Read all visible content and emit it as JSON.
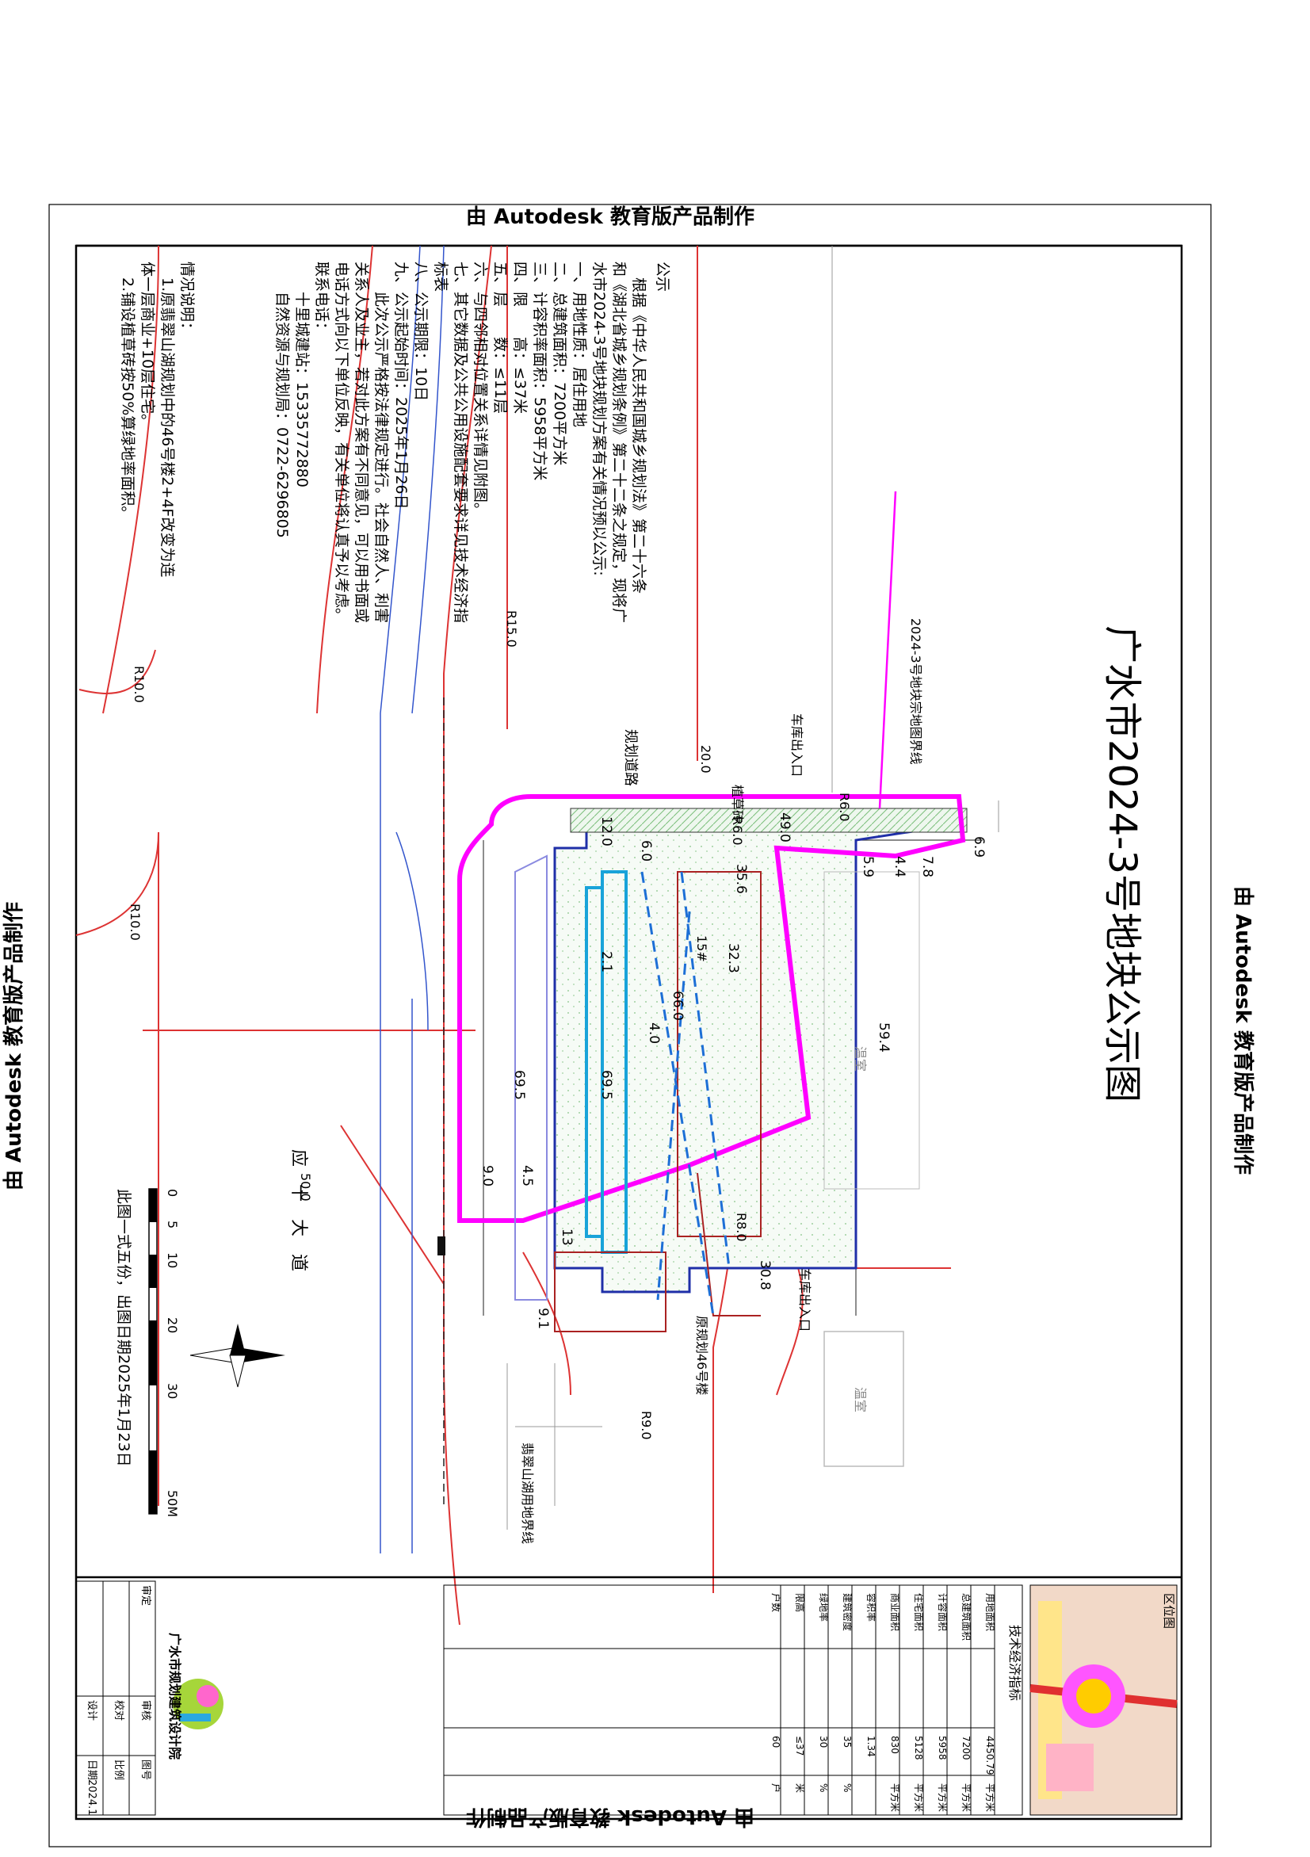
{
  "watermark": "由 Autodesk 教育版产品制作",
  "main_title": "广水市2024-3号地块公示图",
  "notice": {
    "heading": "公示",
    "lines": [
      "根据《中华人民共和国城乡规划法》第二十六条",
      "和《湖北省城乡规划条例》第二十二条之规定，现将广",
      "水市2024-3号地块规划方案有关情况预以公示:",
      "一、用地性质：居住用地",
      "二、总建筑面积：7200平方米",
      "三、计容积率面积：5958平方米",
      "四、限　　高：≤37米",
      "五、层　　数：≤11层",
      "六、与四邻相对位置关系详情见附图。",
      "七、其它数据及公共公用设施配套要求详见技术经济指",
      "标表",
      "八、公示期限：10日",
      "九、公示起始时间：2025年1月26日",
      "　　此次公示严格按法律规定进行。社会自然人、利害",
      "关系人及业主，若对此方案有不同意见，可以用书面或",
      "电话方式向以下单位反映，有关单位将认真予以考虑。",
      "联系电话：",
      "　　十里城建站：15335772880",
      "　　自然资源与规划局：0722-6296805"
    ]
  },
  "situation": {
    "heading": "情况说明：",
    "lines": [
      "1.原翡翠山湖规划中的46号楼2+4F改变为连",
      "体一层商业+10层住宅。",
      "2.铺设植草砖按50%算绿地率面积。"
    ]
  },
  "map_labels": {
    "plot_boundary": "2024-3号地块宗地图界线",
    "planned_road": "规划道路",
    "road_width": "20.0",
    "garage_entrance": "车库出入口",
    "garage_exit": "车库出入口",
    "grass_brick": "植草砖",
    "main_road": "应　十　大　道",
    "road_50": "50.0",
    "jade_lake_boundary": "翡翠山湖用地界线",
    "old_46": "原规划46号楼",
    "greenhouse": "温室",
    "building_15": "15#",
    "r_15": "R15.0",
    "r_10a": "R10.0",
    "r_10b": "R10.0",
    "r_9": "R9.0",
    "r_6a": "R6.0",
    "r_6b": "R6.0",
    "r_8": "R8.0",
    "dims": [
      "6.9",
      "5.9",
      "4.4",
      "7.8",
      "49.0",
      "12.0",
      "6.0",
      "35.6",
      "32.3",
      "59.4",
      "66.0",
      "69.5",
      "69.5",
      "9.0",
      "4.5",
      "13",
      "30.8",
      "9.1",
      "4.0",
      "2.1"
    ]
  },
  "scale": {
    "ticks": [
      "0",
      "5",
      "10",
      "20",
      "30",
      "50M"
    ],
    "note": "此图一式五份，出图日期2025年1月23日"
  },
  "title_block": {
    "location_map_label": "区位图",
    "table_rows": [
      {
        "item": "用地面积",
        "value": "4450.79",
        "unit": "平方米"
      },
      {
        "item": "总建筑面积",
        "value": "7200",
        "unit": "平方米"
      },
      {
        "item": "计容面积",
        "value": "5958",
        "unit": "平方米"
      },
      {
        "item": "住宅面积",
        "value": "5128",
        "unit": "平方米"
      },
      {
        "item": "商业面积",
        "value": "830",
        "unit": "平方米"
      },
      {
        "item": "容积率",
        "value": "1.34",
        "unit": ""
      },
      {
        "item": "建筑密度",
        "value": "35",
        "unit": "%"
      },
      {
        "item": "绿地率",
        "value": "30",
        "unit": "%"
      },
      {
        "item": "限高",
        "value": "≤37",
        "unit": "米"
      },
      {
        "item": "户数",
        "value": "60",
        "unit": "户"
      }
    ],
    "side_heading": "技术经济指标",
    "institute": "广水市规划建筑设计院",
    "sign_labels": [
      "审定",
      "审核",
      "校对",
      "设计",
      "图号",
      "比例",
      "日期"
    ],
    "date": "2024.1"
  }
}
